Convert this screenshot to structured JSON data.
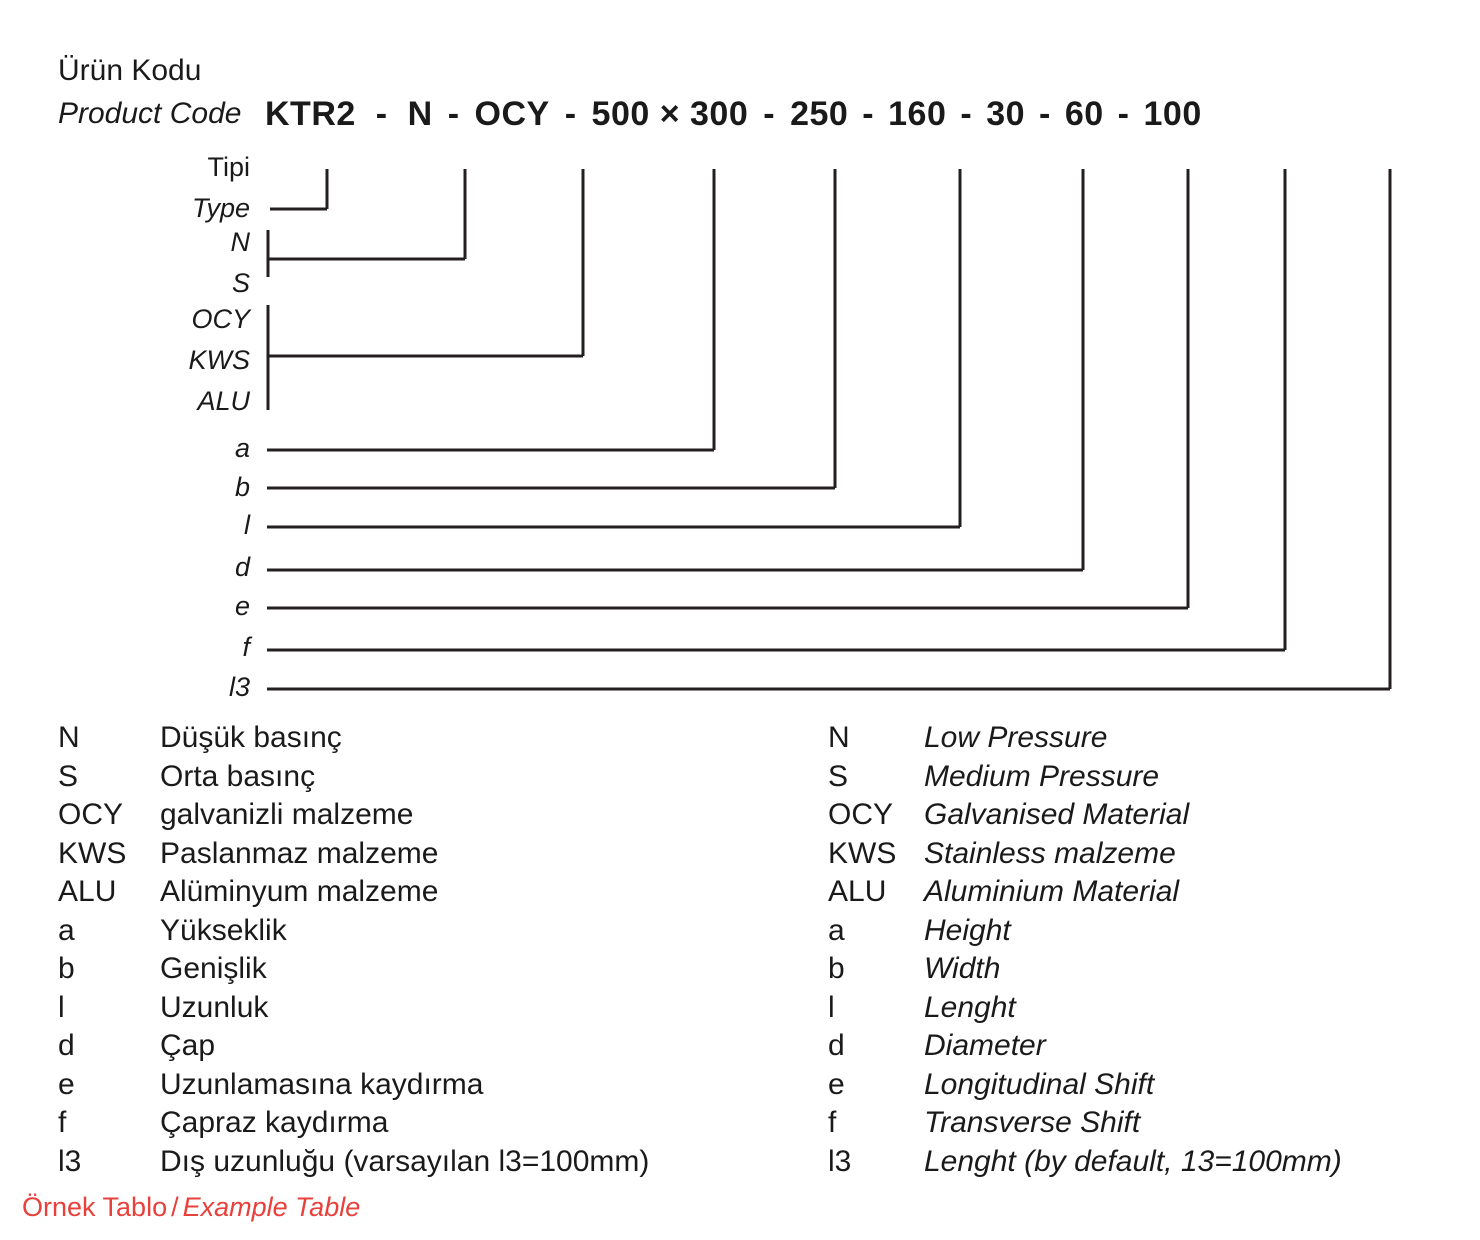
{
  "header": {
    "label_tr": "Ürün Kodu",
    "label_en": "Product Code",
    "code_tokens": [
      "KTR2",
      "N",
      "OCY",
      "500 × 300",
      "250",
      "160",
      "30",
      "60",
      "100"
    ],
    "separator": "-",
    "code_full": "KTR2 - N - OCY - 500 × 300 - 250 - 160 - 30 - 60 - 100"
  },
  "diagram": {
    "labels": [
      {
        "text": "Tipi",
        "style": "upright"
      },
      {
        "text": "Type",
        "style": "italic"
      },
      {
        "text": "N",
        "style": "italic"
      },
      {
        "text": "S",
        "style": "italic"
      },
      {
        "text": "OCY",
        "style": "italic"
      },
      {
        "text": "KWS",
        "style": "italic"
      },
      {
        "text": "ALU",
        "style": "italic"
      },
      {
        "text": "a",
        "style": "italic"
      },
      {
        "text": "b",
        "style": "italic"
      },
      {
        "text": "l",
        "style": "italic"
      },
      {
        "text": "d",
        "style": "italic"
      },
      {
        "text": "e",
        "style": "italic"
      },
      {
        "text": "f",
        "style": "italic"
      },
      {
        "text": "l3",
        "style": "italic"
      }
    ],
    "line_color": "#231f20"
  },
  "legend_tr": {
    "rows": [
      {
        "key": "N",
        "desc": "Düşük basınç"
      },
      {
        "key": "S",
        "desc": "Orta basınç"
      },
      {
        "key": "OCY",
        "desc": "galvanizli malzeme"
      },
      {
        "key": "KWS",
        "desc": "Paslanmaz malzeme"
      },
      {
        "key": "ALU",
        "desc": "Alüminyum malzeme"
      },
      {
        "key": "a",
        "desc": "Yükseklik"
      },
      {
        "key": "b",
        "desc": "Genişlik"
      },
      {
        "key": "l",
        "desc": "Uzunluk"
      },
      {
        "key": "d",
        "desc": "Çap"
      },
      {
        "key": "e",
        "desc": "Uzunlamasına kaydırma"
      },
      {
        "key": "f",
        "desc": "Çapraz kaydırma"
      },
      {
        "key": "l3",
        "desc": "Dış uzunluğu (varsayılan l3=100mm)"
      }
    ]
  },
  "legend_en": {
    "rows": [
      {
        "key": "N",
        "desc": "Low Pressure"
      },
      {
        "key": "S",
        "desc": "Medium Pressure"
      },
      {
        "key": "OCY",
        "desc": "Galvanised Material"
      },
      {
        "key": "KWS",
        "desc": "Stainless malzeme"
      },
      {
        "key": "ALU",
        "desc": "Aluminium Material"
      },
      {
        "key": "a",
        "desc": "Height"
      },
      {
        "key": "b",
        "desc": "Width"
      },
      {
        "key": "l",
        "desc": "Lenght"
      },
      {
        "key": "d",
        "desc": "Diameter"
      },
      {
        "key": "e",
        "desc": "Longitudinal Shift"
      },
      {
        "key": "f",
        "desc": "Transverse Shift"
      },
      {
        "key": "l3",
        "desc": "Lenght (by default, 13=100mm)"
      }
    ]
  },
  "footer": {
    "text_tr": "Örnek Tablo",
    "slash": "/",
    "text_en": "Example Table",
    "color": "#e8403a"
  }
}
